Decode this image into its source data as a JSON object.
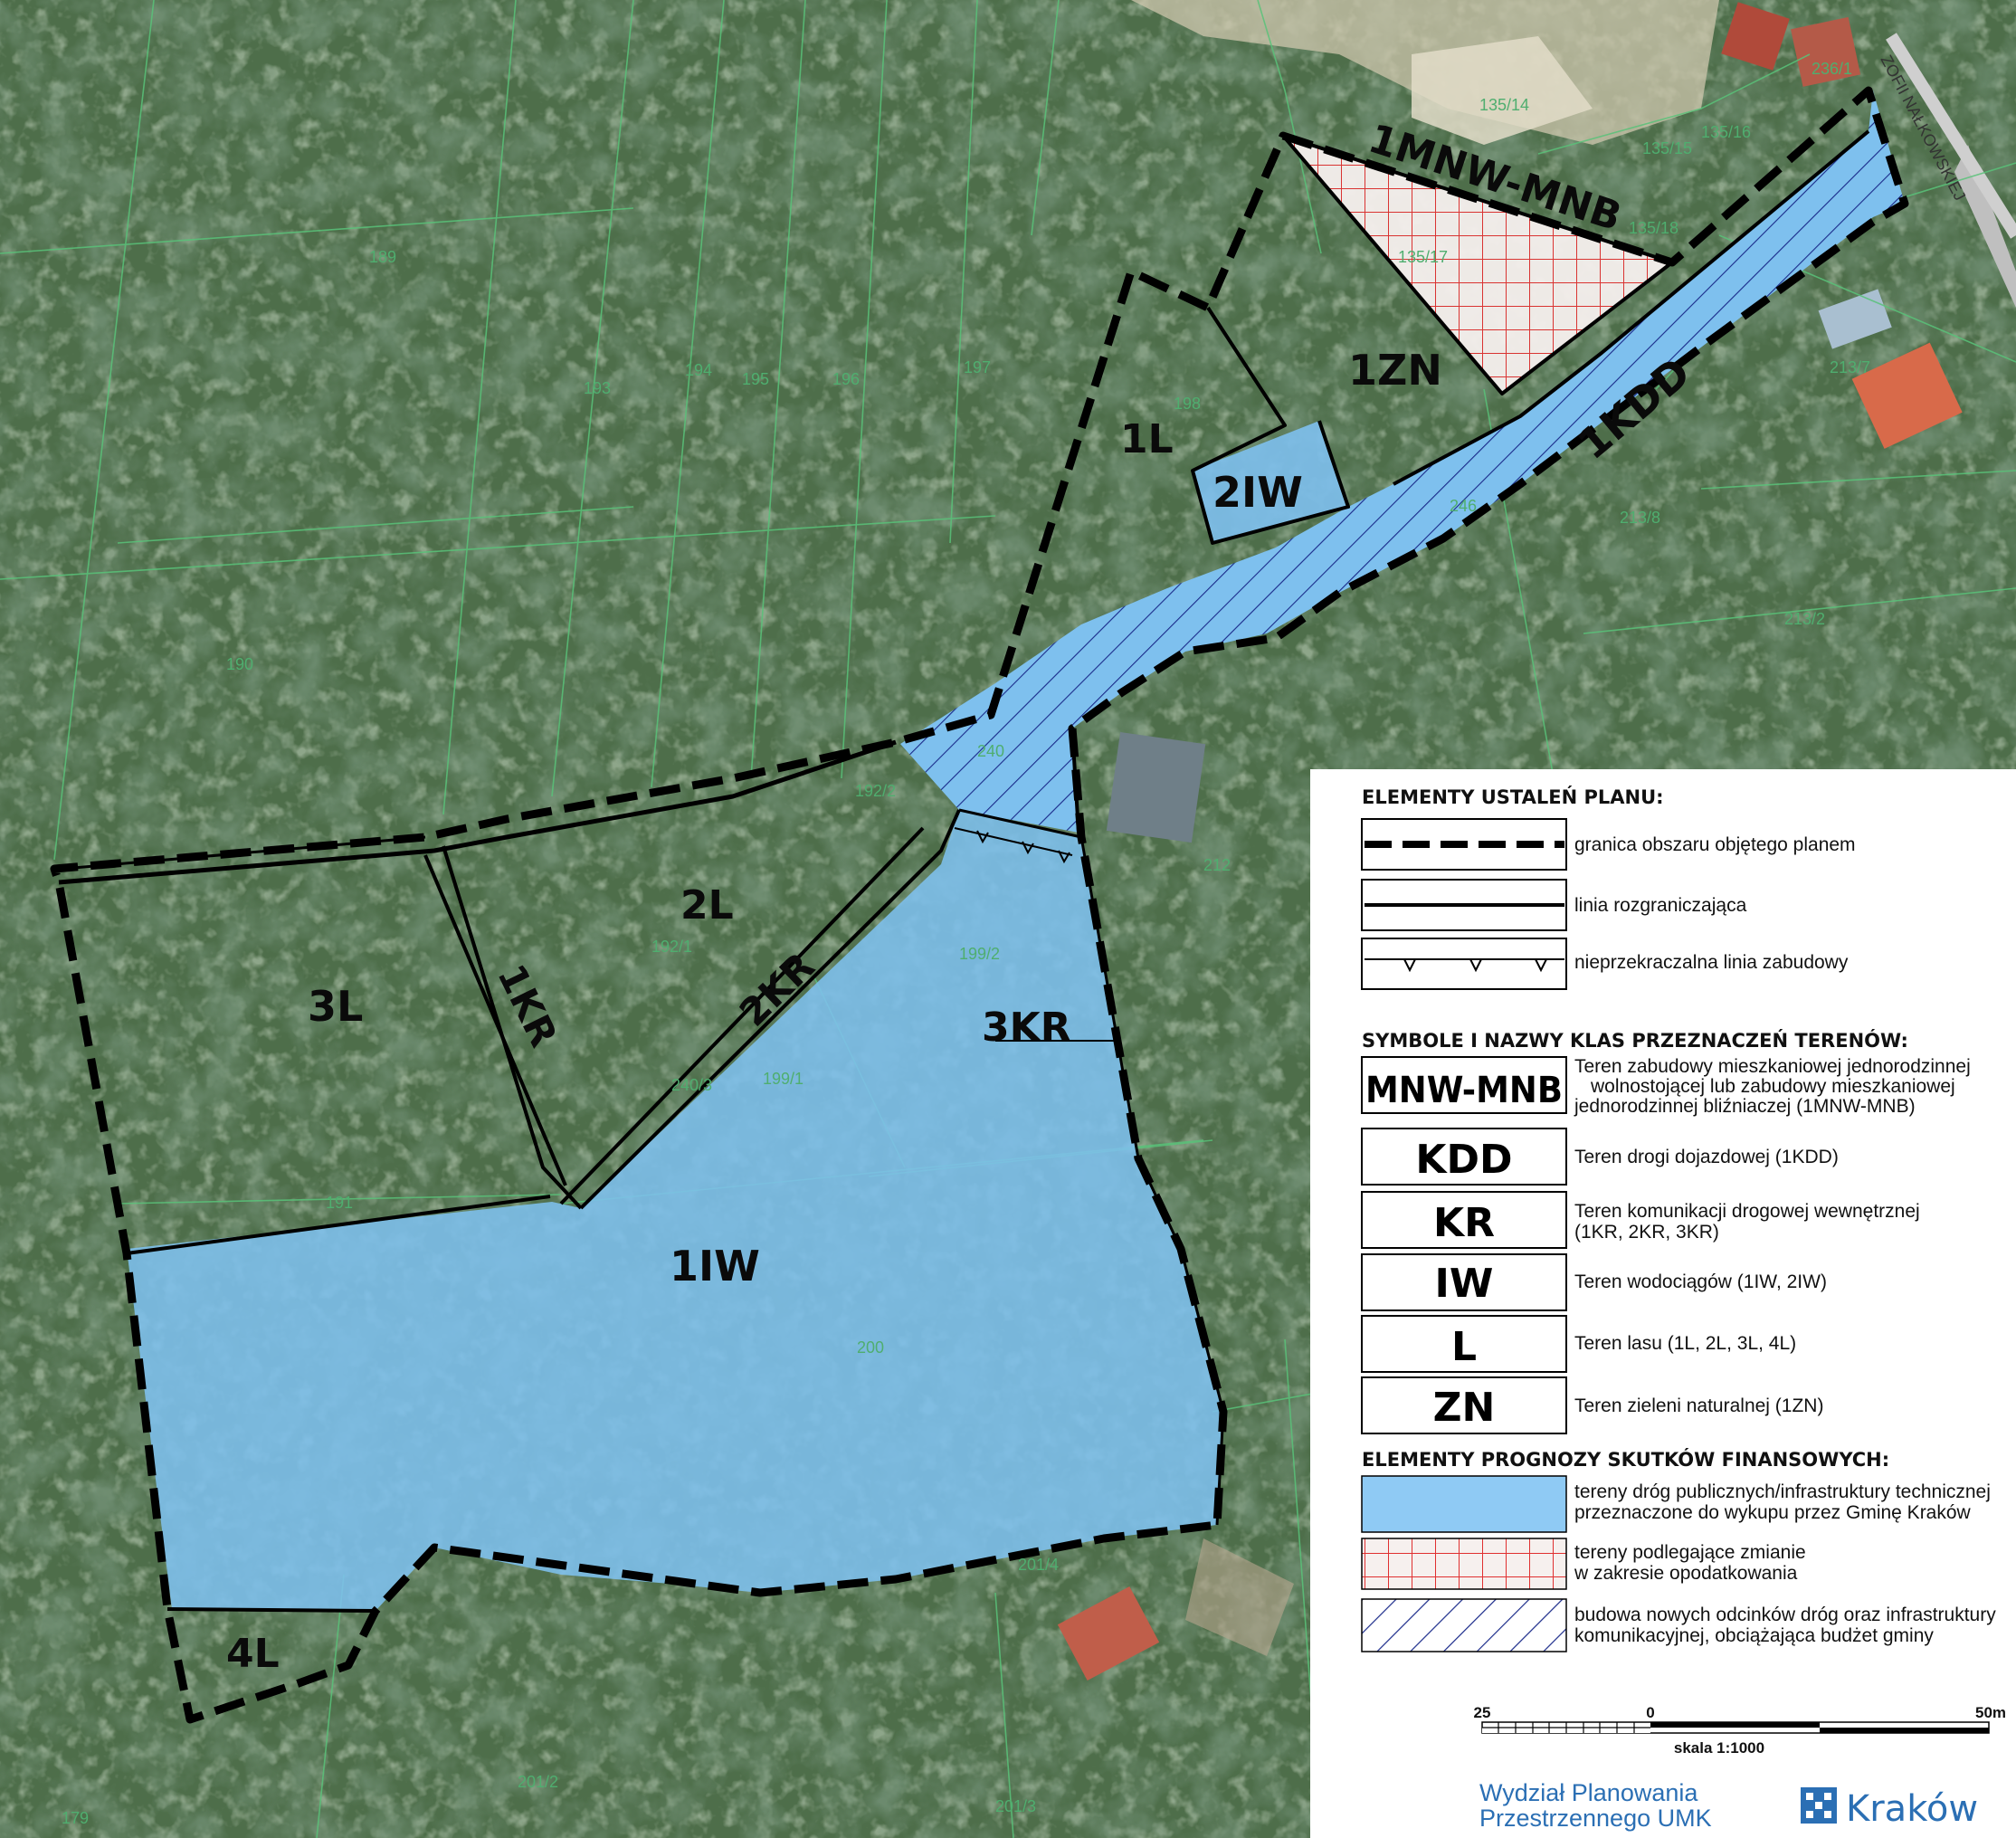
{
  "zones": {
    "l1": "1L",
    "l2": "2L",
    "l3": "3L",
    "l4": "4L",
    "iw1": "1IW",
    "iw2": "2IW",
    "kr1": "1KR",
    "kr2": "2KR",
    "kr3": "3KR",
    "kdd1": "1KDD",
    "zn1": "1ZN",
    "mnw1": "1MNW-MNB"
  },
  "parcels": {
    "p189": "189",
    "p193": "193",
    "p194": "194",
    "p195": "195",
    "p196": "196",
    "p197": "197",
    "p198": "198",
    "p190": "190",
    "p191": "191",
    "p192_1": "192/1",
    "p192_2": "192/2",
    "p199_1": "199/1",
    "p199_2": "199/2",
    "p200": "200",
    "p240_3": "240/3",
    "p240": "240",
    "p246": "246",
    "p212": "212",
    "p213_8": "213/8",
    "p213_2": "213/2",
    "p213_7": "213/7",
    "p135_14": "135/14",
    "p135_15": "135/15",
    "p135_16": "135/16",
    "p135_17": "135/17",
    "p135_18": "135/18",
    "p236": "236/1",
    "p201_2": "201/2",
    "p201_3": "201/3",
    "p201_4": "201/4",
    "p179": "179"
  },
  "street": "ZOFII NAŁKOWSKIEJ",
  "legend": {
    "head1": "ELEMENTY USTALEŃ PLANU:",
    "boundary": "granica obszaru objętego planem",
    "divide": "linia rozgraniczająca",
    "building": "nieprzekraczalna linia zabudowy",
    "head2": "SYMBOLE I NAZWY KLAS PRZEZNACZEŃ TERENÓW:",
    "sym_mnw": "MNW-MNB",
    "desc_mnw_1": "Teren zabudowy mieszkaniowej jednorodzinnej",
    "desc_mnw_2": "wolnostojącej lub zabudowy mieszkaniowej",
    "desc_mnw_3": "jednorodzinnej bliźniaczej (1MNW-MNB)",
    "sym_kdd": "KDD",
    "desc_kdd": "Teren drogi dojazdowej (1KDD)",
    "sym_kr": "KR",
    "desc_kr_1": "Teren komunikacji drogowej wewnętrznej",
    "desc_kr_2": "(1KR, 2KR, 3KR)",
    "sym_iw": "IW",
    "desc_iw": "Teren wodociągów  (1IW, 2IW)",
    "sym_l": "L",
    "desc_l": "Teren lasu (1L, 2L, 3L, 4L)",
    "sym_zn": "ZN",
    "desc_zn": "Teren zieleni naturalnej (1ZN)",
    "head3": "ELEMENTY PROGNOZY SKUTKÓW FINANSOWYCH:",
    "fin1_a": "tereny dróg publicznych/infrastruktury technicznej",
    "fin1_b": "przeznaczone do wykupu przez Gminę Kraków",
    "fin2_a": "tereny podlegające zmianie",
    "fin2_b": "w zakresie opodatkowania",
    "fin3_a": "budowa nowych odcinków dróg oraz infrastruktury",
    "fin3_b": "komunikacyjnej, obciążająca budżet gminy"
  },
  "scale": {
    "left": "25",
    "mid": "0",
    "right": "50m",
    "label": "skala 1:1000"
  },
  "footer": {
    "dept_1": "Wydział  Planowania",
    "dept_2": "Przestrzennego  UMK",
    "city": "Kraków"
  },
  "colors": {
    "iw_fill": "#7ec0ee",
    "tax_red": "#e03030",
    "hatch": "#1a2a8a",
    "forest": "#3a5a3a"
  }
}
